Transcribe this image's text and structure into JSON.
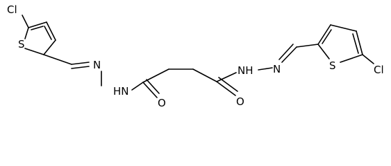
{
  "molecule": {
    "atom_labels": {
      "cl_left": "Cl",
      "s_left": "S",
      "n_left": "N",
      "nh_left": "HN",
      "o_left": "O",
      "o_right": "O",
      "nh_right": "NH",
      "n_right": "N",
      "s_right": "S",
      "cl_right": "Cl"
    }
  }
}
